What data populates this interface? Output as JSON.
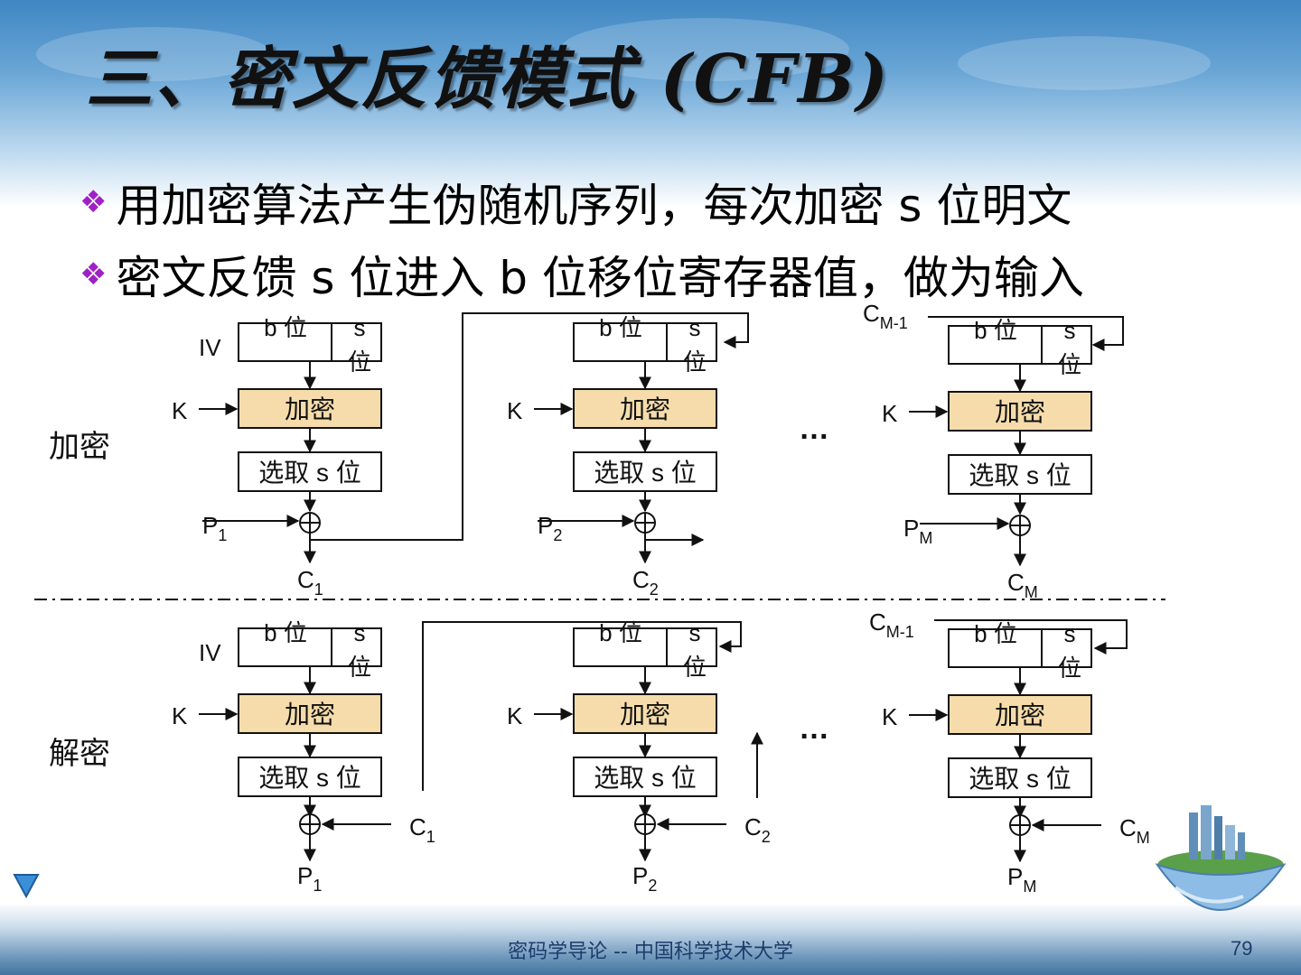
{
  "title": "三、密文反馈模式 (CFB)",
  "bullets": [
    "用加密算法产生伪随机序列，每次加密 s 位明文",
    "密文反馈 s 位进入 b 位移位寄存器值，做为输入"
  ],
  "diagram": {
    "sections": {
      "encrypt": "加密",
      "decrypt": "解密"
    },
    "reg_b": "b 位",
    "reg_s": "s",
    "reg_s2": "位",
    "enc_box": "加密",
    "select_box": "选取 s 位",
    "iv": "IV",
    "key": "K",
    "ellipsis": "…",
    "c_main": "C",
    "p_main": "P",
    "sub_1": "1",
    "sub_2": "2",
    "sub_m": "M",
    "sub_m1": "M-1"
  },
  "footer": "密码学导论 -- 中国科学技术大学",
  "page_number": "79",
  "icons": {
    "nav": "triangle-down-icon",
    "decoration": "globe-city-icon",
    "xor": "xor-icon"
  },
  "colors": {
    "enc_fill": "#f5dcaa",
    "bullet": "#a020c8",
    "footer_text": "#1d3d6b"
  }
}
